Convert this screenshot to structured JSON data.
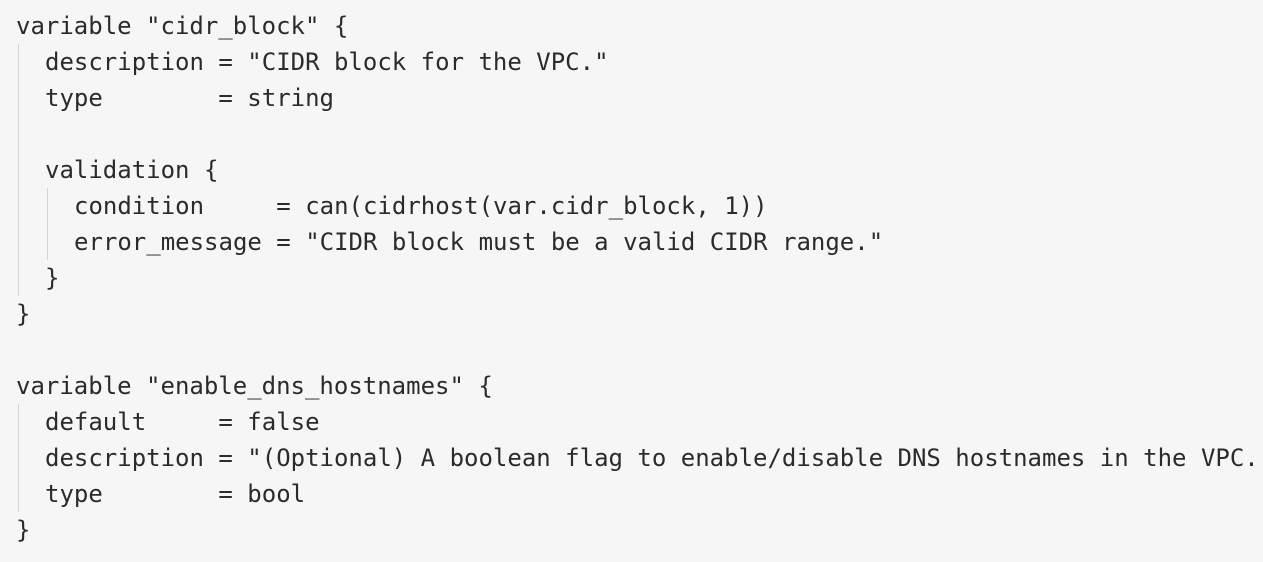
{
  "editor": {
    "background": "#f6f6f6",
    "text_color": "#2b2b2b",
    "guide_color": "#d4d4d4",
    "lines": [
      {
        "indent": 0,
        "text": "variable \"cidr_block\" {"
      },
      {
        "indent": 1,
        "text": "description = \"CIDR block for the VPC.\""
      },
      {
        "indent": 1,
        "text": "type        = string"
      },
      {
        "indent": 0,
        "text": ""
      },
      {
        "indent": 1,
        "text": "validation {"
      },
      {
        "indent": 2,
        "text": "condition     = can(cidrhost(var.cidr_block, 1))"
      },
      {
        "indent": 2,
        "text": "error_message = \"CIDR block must be a valid CIDR range.\""
      },
      {
        "indent": 1,
        "text": "}"
      },
      {
        "indent": 0,
        "text": "}"
      },
      {
        "indent": 0,
        "text": ""
      },
      {
        "indent": 0,
        "text": "variable \"enable_dns_hostnames\" {"
      },
      {
        "indent": 1,
        "text": "default     = false"
      },
      {
        "indent": 1,
        "text": "description = \"(Optional) A boolean flag to enable/disable DNS hostnames in the VPC."
      },
      {
        "indent": 1,
        "text": "type        = bool"
      },
      {
        "indent": 0,
        "text": "}"
      }
    ]
  }
}
